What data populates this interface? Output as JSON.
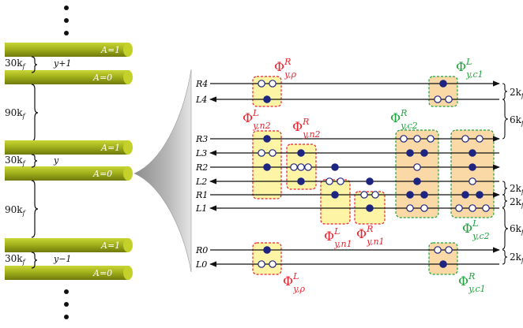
{
  "colors": {
    "wire_body": "#9caa18",
    "wire_end": "#c4d12a",
    "red": "#e8232e",
    "green": "#1fa33c",
    "filled_dot": "#1d2580",
    "box_fill_yellow": "#fdf4a6",
    "box_fill_orange": "#fbd9a6"
  },
  "wires": {
    "top_label": "A=1",
    "bottom_label": "A=0",
    "groups": [
      {
        "index": "y+1"
      },
      {
        "index": "y"
      },
      {
        "index": "y−1"
      }
    ]
  },
  "spacings": {
    "intra": "30k",
    "inter": "90k",
    "subscript": "f"
  },
  "channels": [
    "R4",
    "L4",
    "R3",
    "L3",
    "R2",
    "L2",
    "R1",
    "L1",
    "R0",
    "L0"
  ],
  "gaps": [
    {
      "value": "2k",
      "sub": "f"
    },
    {
      "value": "6k",
      "sub": "f"
    },
    {
      "value": "2k",
      "sub": "f"
    },
    {
      "value": "2k",
      "sub": "f"
    },
    {
      "value": "6k",
      "sub": "f"
    },
    {
      "value": "2k",
      "sub": "f"
    }
  ],
  "operators": {
    "phi_R_y_rho": {
      "base": "Φ",
      "sup": "R",
      "sub": "y,ρ"
    },
    "phi_L_y_rho": {
      "base": "Φ",
      "sup": "L",
      "sub": "y,ρ"
    },
    "phi_L_y_n2": {
      "base": "Φ",
      "sup": "L",
      "sub": "y,n2"
    },
    "phi_R_y_n2": {
      "base": "Φ",
      "sup": "R",
      "sub": "y,n2"
    },
    "phi_L_y_n1": {
      "base": "Φ",
      "sup": "L",
      "sub": "y,n1"
    },
    "phi_R_y_n1": {
      "base": "Φ",
      "sup": "R",
      "sub": "y,n1"
    },
    "phi_L_y_c1": {
      "base": "Φ",
      "sup": "L",
      "sub": "y,c1"
    },
    "phi_R_y_c1": {
      "base": "Φ",
      "sup": "R",
      "sub": "y,c1"
    },
    "phi_R_y_c2": {
      "base": "Φ",
      "sup": "R",
      "sub": "y,c2"
    },
    "phi_L_y_c2": {
      "base": "Φ",
      "sup": "L",
      "sub": "y,c2"
    }
  }
}
